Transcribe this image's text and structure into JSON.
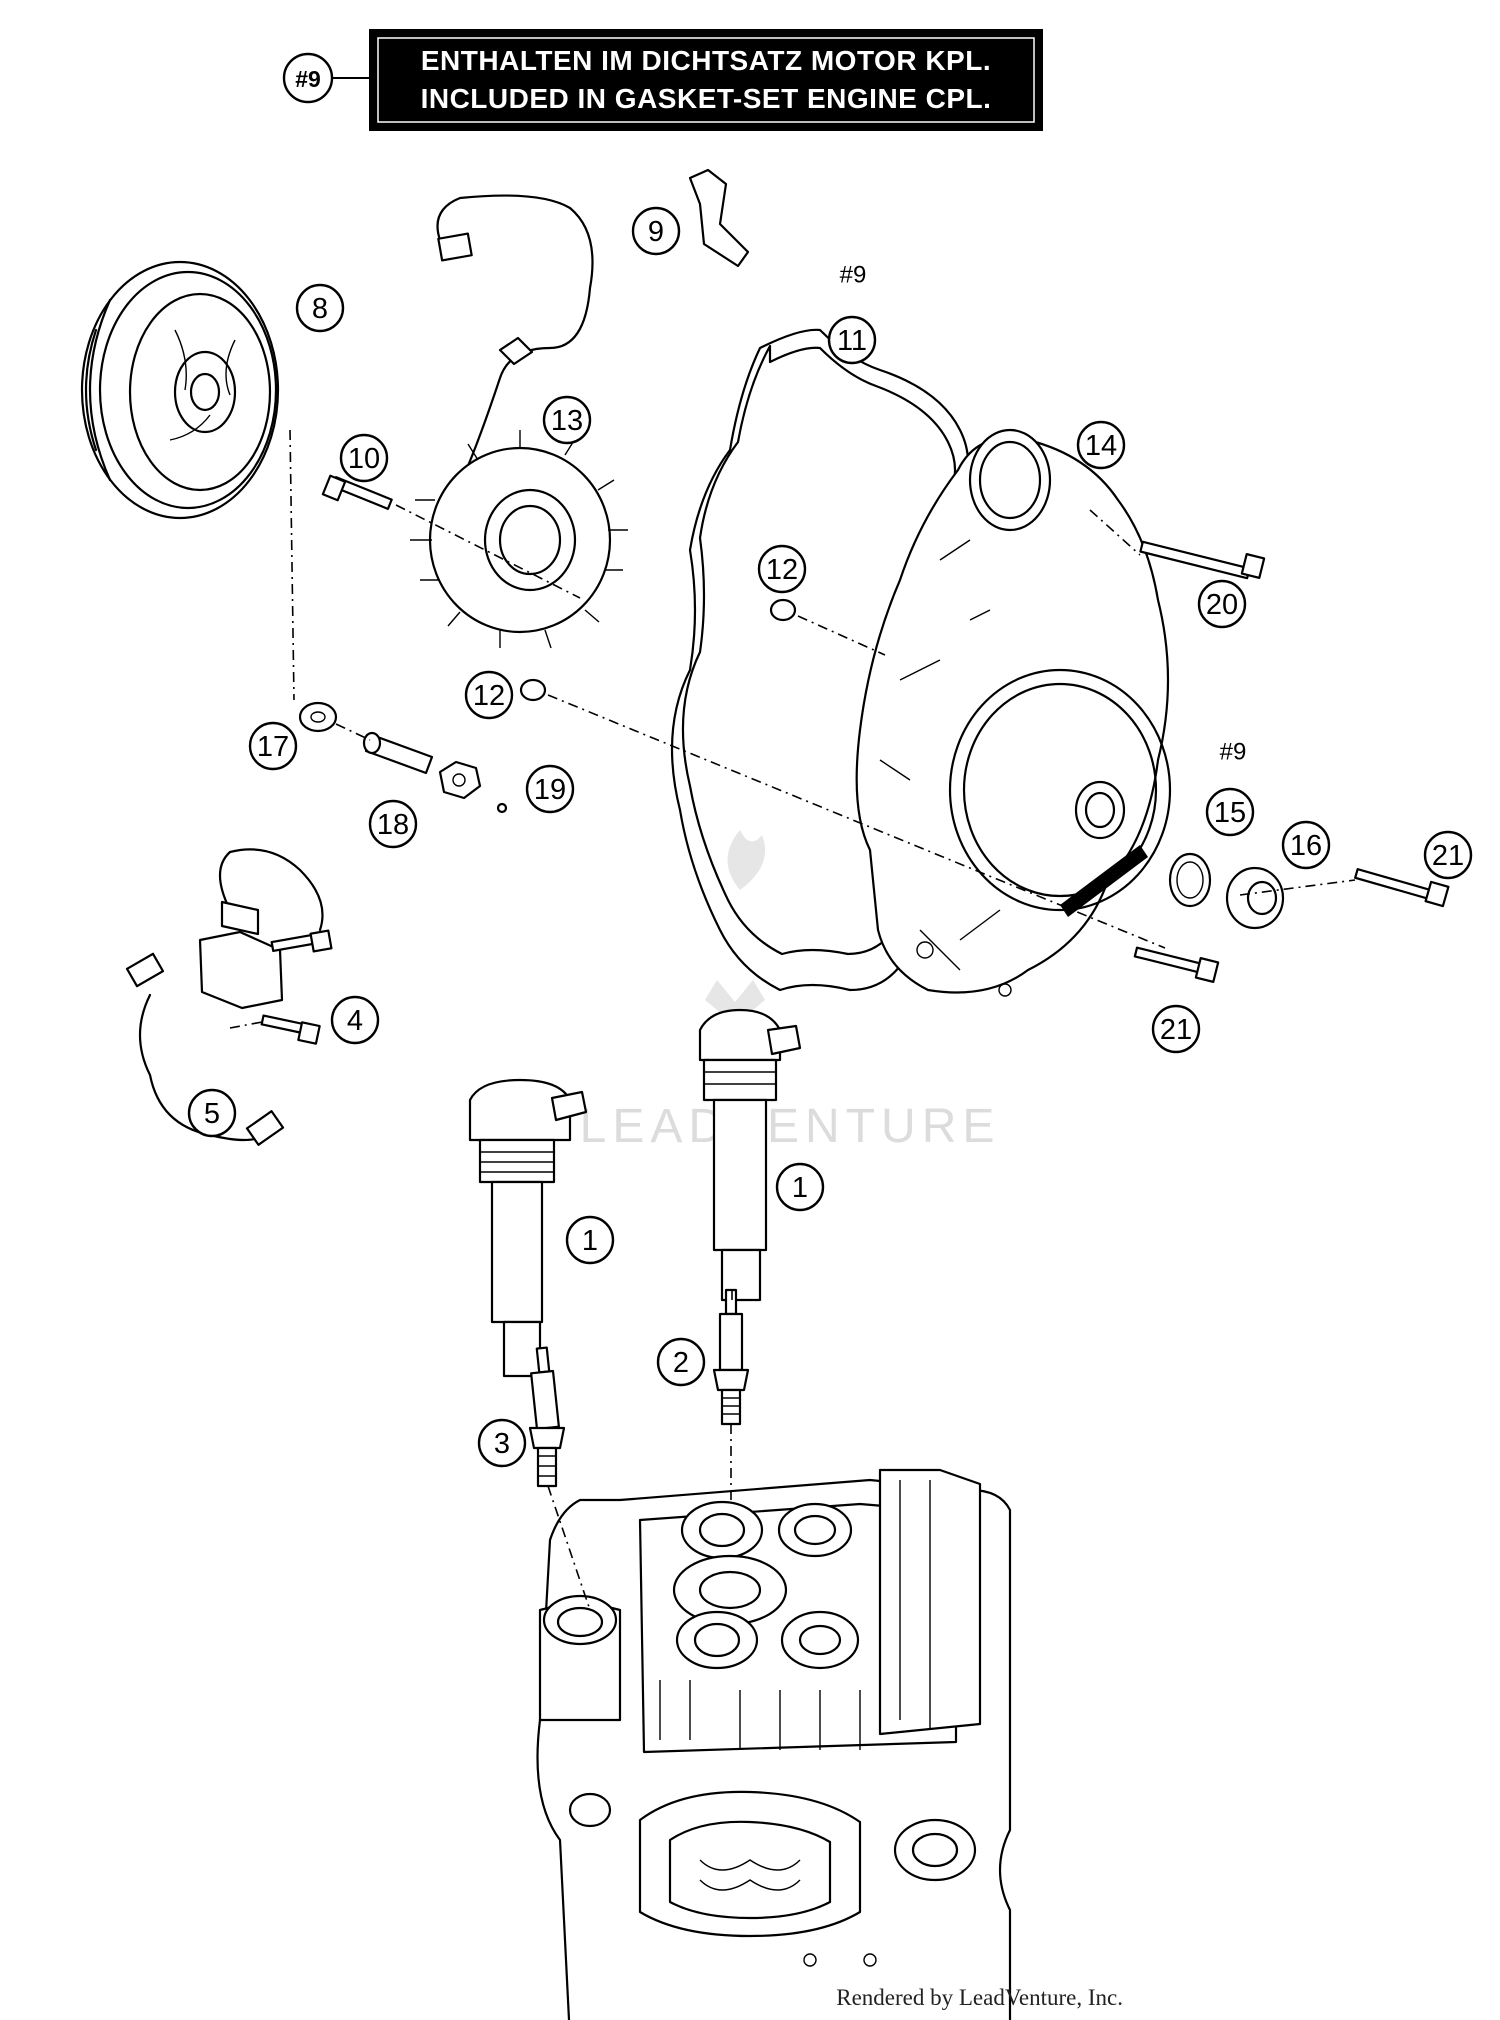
{
  "header": {
    "ref": "#9",
    "line_de": "ENTHALTEN IM DICHTSATZ MOTOR KPL.",
    "line_en": "INCLUDED IN GASKET-SET ENGINE CPL."
  },
  "callouts": [
    {
      "id": "c8",
      "label": "8"
    },
    {
      "id": "c9",
      "label": "9"
    },
    {
      "id": "c9hash",
      "label": "#9"
    },
    {
      "id": "c11",
      "label": "11"
    },
    {
      "id": "c13",
      "label": "13"
    },
    {
      "id": "c10",
      "label": "10"
    },
    {
      "id": "c14",
      "label": "14"
    },
    {
      "id": "c12a",
      "label": "12"
    },
    {
      "id": "c20",
      "label": "20"
    },
    {
      "id": "c12b",
      "label": "12"
    },
    {
      "id": "c17",
      "label": "17"
    },
    {
      "id": "c9hash2",
      "label": "#9"
    },
    {
      "id": "c19",
      "label": "19"
    },
    {
      "id": "c18",
      "label": "18"
    },
    {
      "id": "c15",
      "label": "15"
    },
    {
      "id": "c16",
      "label": "16"
    },
    {
      "id": "c21a",
      "label": "21"
    },
    {
      "id": "c4",
      "label": "4"
    },
    {
      "id": "c21b",
      "label": "21"
    },
    {
      "id": "c5",
      "label": "5"
    },
    {
      "id": "c1a",
      "label": "1"
    },
    {
      "id": "c1b",
      "label": "1"
    },
    {
      "id": "c2",
      "label": "2"
    },
    {
      "id": "c3",
      "label": "3"
    }
  ],
  "watermark": "LEADVENTURE",
  "footer": "Rendered by LeadVenture, Inc.",
  "colors": {
    "ink": "#000000",
    "paper": "#ffffff",
    "watermark": "#dcdcdc"
  }
}
